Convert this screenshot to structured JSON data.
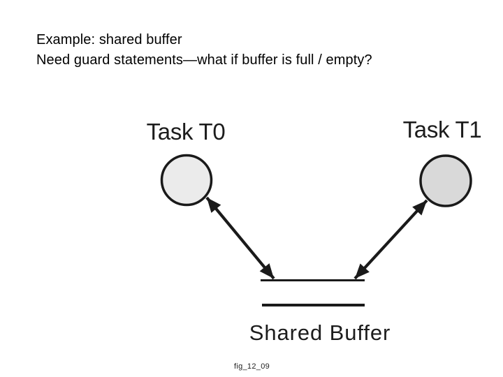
{
  "slide": {
    "background": "#ffffff",
    "title": {
      "line1": "Example: shared buffer",
      "line2": "Need guard statements—what if buffer is full / empty?"
    },
    "diagram": {
      "task_t0_label": "Task T0",
      "task_t1_label": "Task T1",
      "shared_buffer_label": "Shared Buffer",
      "colors": {
        "t0_circle_fill": "#ebebeb",
        "t1_circle_fill": "#d9d9d9",
        "ink": "#1a1a1a"
      }
    },
    "caption": "fig_12_09"
  }
}
